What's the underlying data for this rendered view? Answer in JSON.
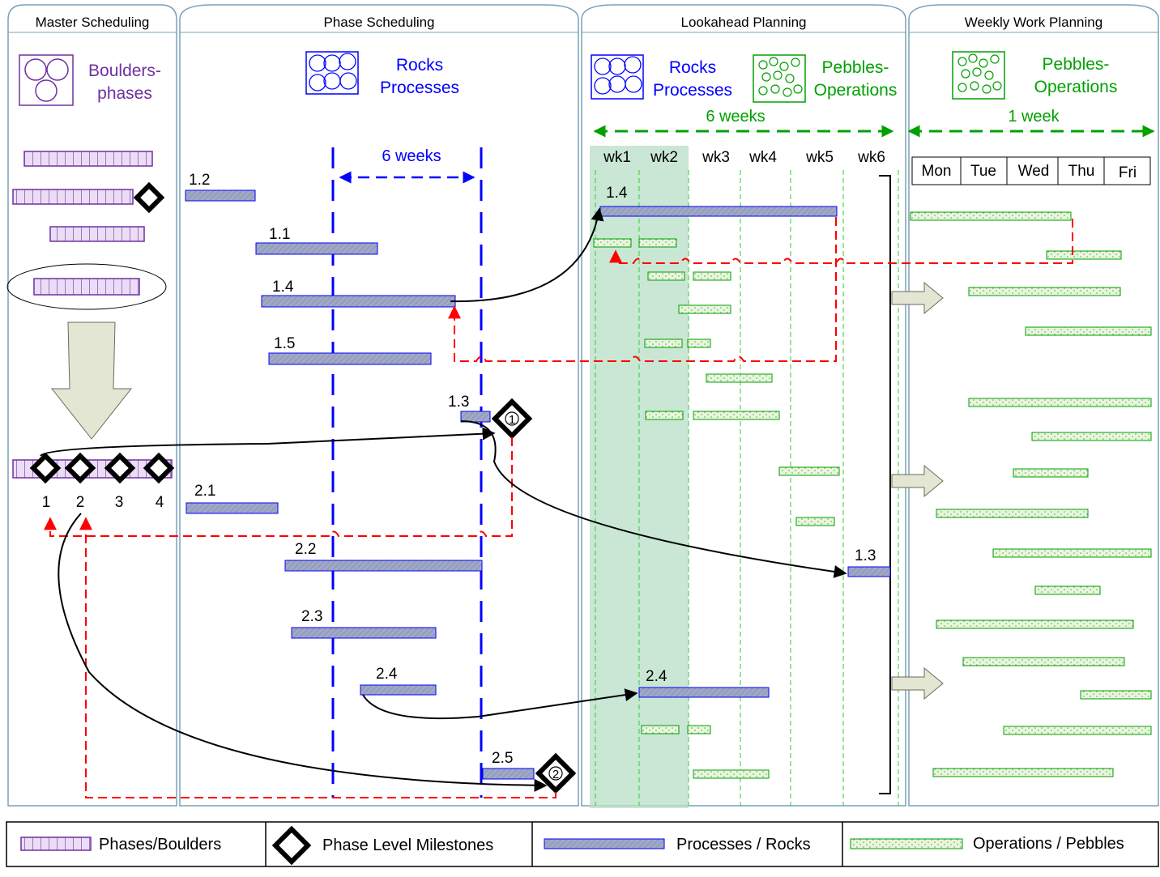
{
  "columns": {
    "master": "Master Scheduling",
    "phase": "Phase Scheduling",
    "lookahead": "Lookahead Planning",
    "weekly": "Weekly Work Planning"
  },
  "master": {
    "icon_label_line1": "Boulders-",
    "icon_label_line2": "phases",
    "milestones": [
      "1",
      "2",
      "3",
      "4"
    ]
  },
  "phase": {
    "icon_label_line1": "Rocks",
    "icon_label_line2": "Processes",
    "window_label": "6 weeks",
    "bars": {
      "p12": "1.2",
      "p11": "1.1",
      "p14": "1.4",
      "p15": "1.5",
      "p13": "1.3",
      "p21": "2.1",
      "p22": "2.2",
      "p23": "2.3",
      "p24": "2.4",
      "p25": "2.5"
    },
    "milestone1": "1",
    "milestone2": "2"
  },
  "lookahead": {
    "rocks_line1": "Rocks",
    "rocks_line2": "Processes",
    "pebbles_line1": "Pebbles-",
    "pebbles_line2": "Operations",
    "span_label": "6 weeks",
    "weeks": [
      "wk1",
      "wk2",
      "wk3",
      "wk4",
      "wk5",
      "wk6"
    ],
    "bar14": "1.4",
    "bar13": "1.3",
    "bar24": "2.4"
  },
  "weekly": {
    "pebbles_line1": "Pebbles-",
    "pebbles_line2": "Operations",
    "span_label": "1 week",
    "days": [
      "Mon",
      "Tue",
      "Wed",
      "Thu",
      "Fri"
    ]
  },
  "legend": {
    "phases": "Phases/Boulders",
    "milestones": "Phase Level Milestones",
    "processes": "Processes / Rocks",
    "operations": "Operations / Pebbles"
  },
  "colors": {
    "boulder": "#7030A0",
    "rock": "#0000FF",
    "pebble": "#00A000",
    "dashed_red": "#FF0000",
    "arrow_fill": "#E3E6D2"
  }
}
